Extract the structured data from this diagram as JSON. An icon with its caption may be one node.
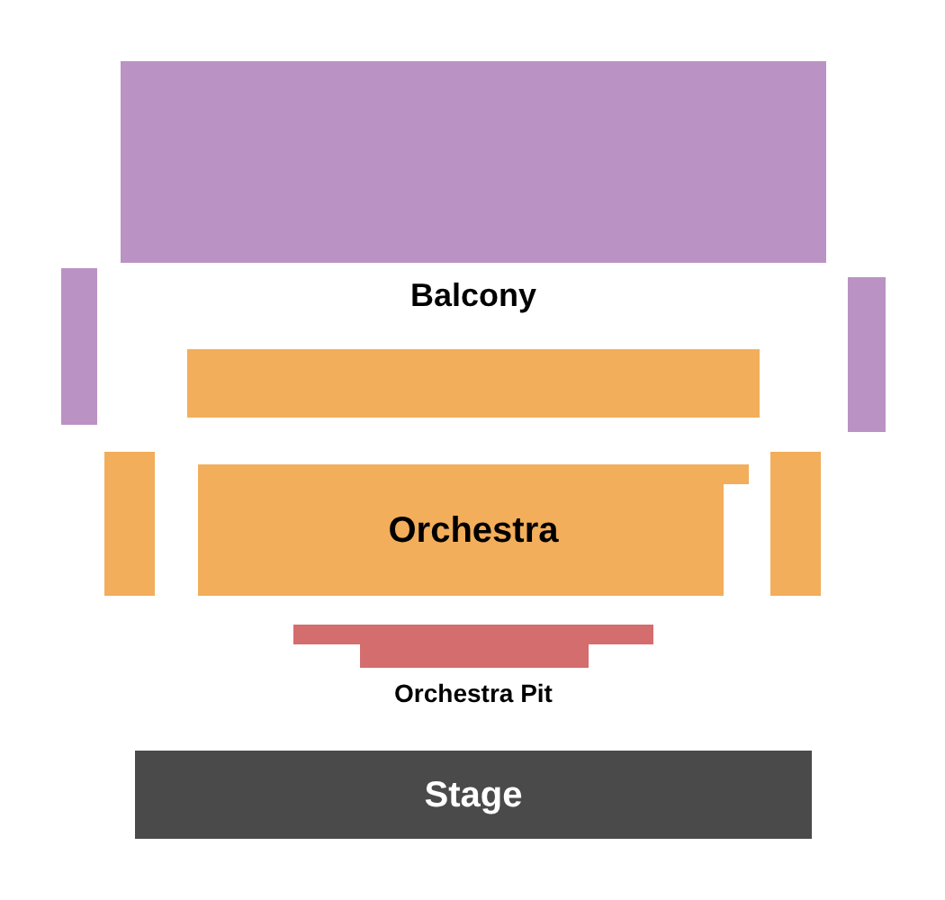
{
  "diagram": {
    "nodes": [
      {
        "text": [
          "Balcony"
        ]
      },
      {
        "text": [],
        "shape": "box"
      },
      {
        "text": [],
        "shape": "box"
      },
      {
        "text": [],
        "shape": "box"
      },
      {
        "text": [],
        "shape": "box"
      },
      {
        "text": [
          "Orchestra"
        ]
      },
      {
        "text": [],
        "shape": "box"
      },
      {
        "text": [
          "Orchestra Pit"
        ]
      },
      {
        "text": [
          "Stage"
        ]
      }
    ]
  }
}
